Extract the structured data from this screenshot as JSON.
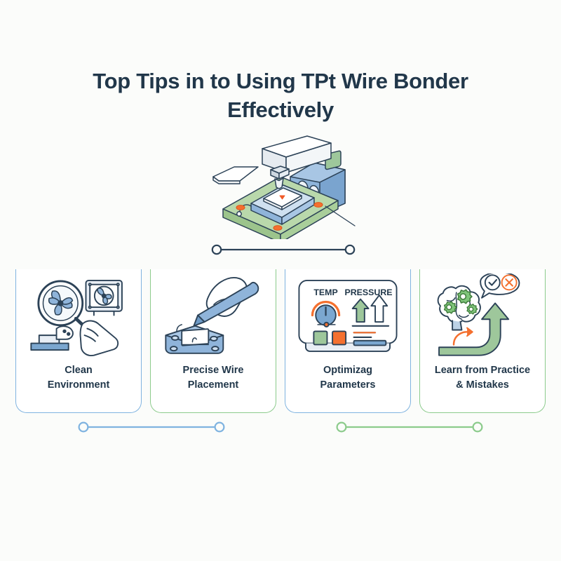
{
  "page": {
    "background_color": "#fbfcfa",
    "text_color": "#21374a",
    "accent_blue": "#7fb3e0",
    "accent_green": "#8ccb8c",
    "accent_orange": "#f47c3c",
    "illustration_blue": "#7ba7d0",
    "illustration_green": "#a9d3a0"
  },
  "title": {
    "line1": "Top Tips in to Using TPt Wire Bonder",
    "line2": "Effectively"
  },
  "hero": {
    "name": "wire-bonder-machine-illustration"
  },
  "connectors": {
    "top": {
      "color": "#21374a"
    },
    "bottom_left": {
      "color": "#7fb3e0"
    },
    "bottom_right": {
      "color": "#8ccb8c"
    }
  },
  "cards": [
    {
      "id": "clean-environment",
      "label_line1": "Clean",
      "label_line2": "Environment",
      "border_color": "#7fb3e0",
      "icon": "magnifier-fan-icon"
    },
    {
      "id": "precise-wire-placement",
      "label_line1": "Precise Wire",
      "label_line2": "Placement",
      "border_color": "#8ccb8c",
      "icon": "hand-tweezer-chip-icon"
    },
    {
      "id": "optimizag-parameters",
      "label_line1": "Optimizag",
      "label_line2": "Parameters",
      "border_color": "#7fb3e0",
      "icon": "control-panel-icon",
      "panel": {
        "temp_label": "TEMP",
        "pressure_label": "PRESSURE"
      }
    },
    {
      "id": "learn-from-practice-mistakes",
      "label_line1": "Learn from Practice",
      "label_line2": "& Mistakes",
      "border_color": "#8ccb8c",
      "icon": "brain-gears-feedback-icon"
    }
  ]
}
